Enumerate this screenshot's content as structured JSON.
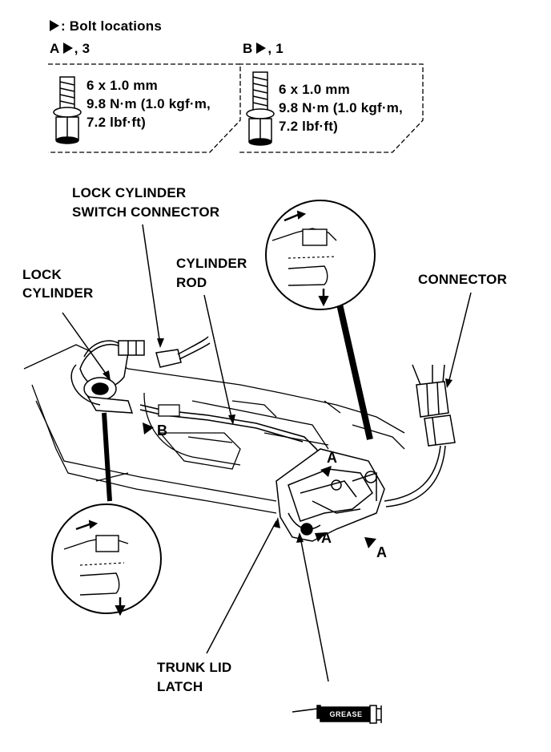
{
  "legend": {
    "title": ": Bolt locations"
  },
  "bolt_a": {
    "ref": "A",
    "count": ", 3",
    "size": "6 x 1.0 mm",
    "torque": "9.8 N·m (1.0 kgf·m,",
    "torque_imperial": "7.2 lbf·ft)"
  },
  "bolt_b": {
    "ref": "B",
    "count": ", 1",
    "size": "6 x 1.0 mm",
    "torque": "9.8 N·m (1.0 kgf·m,",
    "torque_imperial": "7.2 lbf·ft)"
  },
  "labels": {
    "lock_cylinder_switch_connector_1": "LOCK CYLINDER",
    "lock_cylinder_switch_connector_2": "SWITCH CONNECTOR",
    "lock_cylinder_1": "LOCK",
    "lock_cylinder_2": "CYLINDER",
    "cylinder_rod_1": "CYLINDER",
    "cylinder_rod_2": "ROD",
    "connector": "CONNECTOR",
    "trunk_lid_latch_1": "TRUNK LID",
    "trunk_lid_latch_2": "LATCH",
    "grease": "GREASE"
  },
  "markers": {
    "b": "B",
    "a1": "A",
    "a2": "A",
    "a3": "A"
  }
}
